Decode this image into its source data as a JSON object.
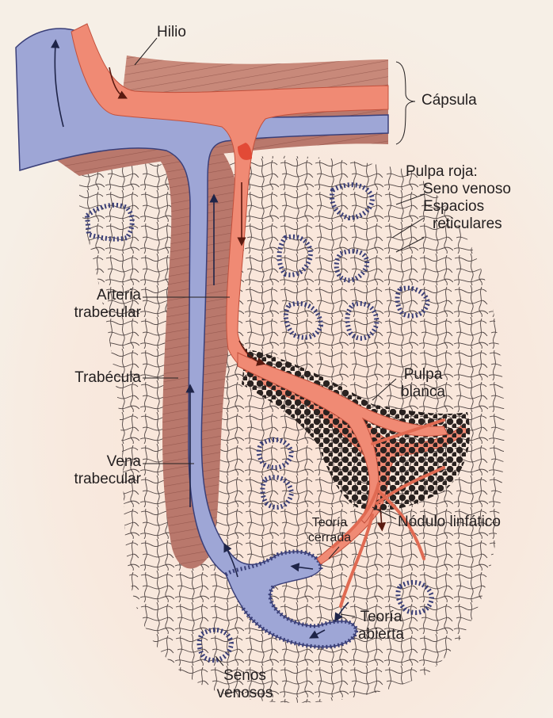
{
  "labels": {
    "hilio": "Hilio",
    "capsula": "Cápsula",
    "pulpa_roja": "Pulpa roja:",
    "seno_venoso": "Seno venoso",
    "espacios": "Espacios",
    "reticulares": "reticulares",
    "arteria": "Arteria",
    "trabecular_arteria": "trabecular",
    "trabecula": "Trabécula",
    "vena": "Vena",
    "trabecular_vena": "trabecular",
    "pulpa": "Pulpa",
    "blanca": "blanca",
    "teoria_cerrada_1": "Teoría",
    "teoria_cerrada_2": "cerrada",
    "nodulo": "Nódulo linfático",
    "teoria_abierta_1": "Teoría",
    "teoria_abierta_2": "abierta",
    "senos": "Senos",
    "venosos": "venosos"
  },
  "colors": {
    "artery": "#f08a74",
    "artery_dark": "#d9553f",
    "vein": "#9ea6d6",
    "vein_edge": "#3a3f78",
    "trabecula": "#b9786c",
    "trabecula_dark": "#7a3e36",
    "lymph": "#2a2220",
    "reticular": "#3a3030"
  }
}
